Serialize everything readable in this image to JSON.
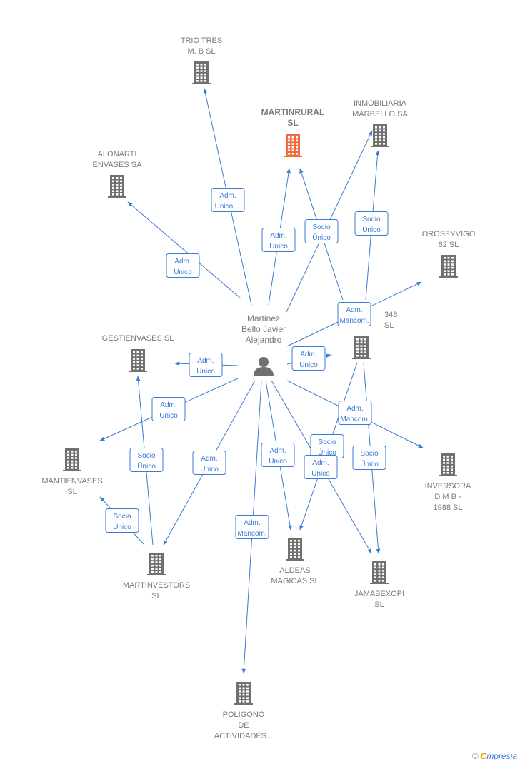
{
  "person": {
    "name_lines": [
      "Martinez",
      "Bello Javier",
      "Alejandro"
    ]
  },
  "companies": [
    {
      "id": "trio",
      "lines": [
        "TRIO TRES",
        "M. B SL"
      ],
      "highlight": false
    },
    {
      "id": "martinrural",
      "lines": [
        "MARTINRURAL",
        "SL"
      ],
      "highlight": true
    },
    {
      "id": "inmobiliaria",
      "lines": [
        "INMOBILIARIA",
        "MARBELLO SA"
      ],
      "highlight": false
    },
    {
      "id": "alonarti",
      "lines": [
        "ALONARTI",
        "ENVASES SA"
      ],
      "highlight": false
    },
    {
      "id": "oroseyvigo",
      "lines": [
        "OROSEYVIGO",
        "62 SL"
      ],
      "highlight": false
    },
    {
      "id": "x348",
      "lines": [
        "348",
        "SL"
      ],
      "highlight": false
    },
    {
      "id": "gestienvases",
      "lines": [
        "GESTIENVASES SL"
      ],
      "highlight": false
    },
    {
      "id": "mantienvases",
      "lines": [
        "MANTIENVASES",
        "SL"
      ],
      "highlight": false
    },
    {
      "id": "inversora",
      "lines": [
        "INVERSORA",
        "D M B -",
        "1988 SL"
      ],
      "highlight": false
    },
    {
      "id": "aldeas",
      "lines": [
        "ALDEAS",
        "MAGICAS  SL"
      ],
      "highlight": false
    },
    {
      "id": "jamabexopi",
      "lines": [
        "JAMABEXOPI",
        "SL"
      ],
      "highlight": false
    },
    {
      "id": "martinvestors",
      "lines": [
        "MARTINVESTORS",
        "SL"
      ],
      "highlight": false
    },
    {
      "id": "poligono",
      "lines": [
        "POLIGONO",
        "DE",
        "ACTIVIDADES..."
      ],
      "highlight": false
    }
  ],
  "edges": [
    {
      "from": "person",
      "to": "trio",
      "label": [
        "Adm.",
        "Unico,..."
      ]
    },
    {
      "from": "person",
      "to": "martinrural",
      "label": [
        "Adm.",
        "Unico"
      ]
    },
    {
      "from": "x348",
      "to": "martinrural",
      "label": [
        "Socio",
        "Único"
      ]
    },
    {
      "from": "person",
      "to": "inmobiliaria",
      "label": []
    },
    {
      "from": "x348",
      "to": "inmobiliaria",
      "label": [
        "Socio",
        "Único"
      ]
    },
    {
      "from": "person",
      "to": "alonarti",
      "label": [
        "Adm.",
        "Unico"
      ]
    },
    {
      "from": "person",
      "to": "oroseyvigo",
      "label": [
        "Adm.",
        "Mancom."
      ]
    },
    {
      "from": "person",
      "to": "x348",
      "label": [
        "Adm.",
        "Unico"
      ]
    },
    {
      "from": "person",
      "to": "gestienvases",
      "label": [
        "Adm.",
        "Unico"
      ]
    },
    {
      "from": "person",
      "to": "mantienvases",
      "label": [
        "Adm.",
        "Unico"
      ]
    },
    {
      "from": "person",
      "to": "inversora",
      "label": [
        "Adm.",
        "Mancom."
      ]
    },
    {
      "from": "person",
      "to": "aldeas",
      "label": [
        "Adm.",
        "Unico"
      ]
    },
    {
      "from": "x348",
      "to": "aldeas",
      "label": [
        "Socio",
        "Único"
      ]
    },
    {
      "from": "person",
      "to": "jamabexopi",
      "label": [
        "Adm.",
        "Unico"
      ]
    },
    {
      "from": "x348",
      "to": "jamabexopi",
      "label": [
        "Socio",
        "Único"
      ]
    },
    {
      "from": "person",
      "to": "martinvestors",
      "label": [
        "Adm.",
        "Unico"
      ]
    },
    {
      "from": "person",
      "to": "poligono",
      "label": [
        "Adm.",
        "Mancom."
      ]
    },
    {
      "from": "martinvestors",
      "to": "gestienvases",
      "label": [
        "Socio",
        "Único"
      ]
    },
    {
      "from": "martinvestors",
      "to": "mantienvases",
      "label": [
        "Socio",
        "Único"
      ]
    }
  ],
  "colors": {
    "edge": "#3a7bd5",
    "building": "#707070",
    "building_highlight": "#f26a3d",
    "person": "#707070"
  },
  "icons": {
    "company": "building-icon",
    "person": "person-icon"
  },
  "footer": {
    "copyright": "©",
    "brand_first": "C",
    "brand_rest": "mpresia"
  }
}
